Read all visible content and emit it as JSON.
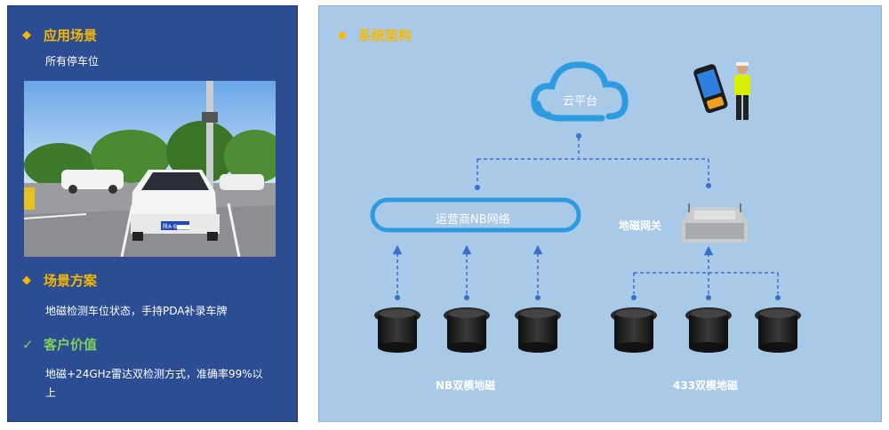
{
  "left": {
    "scene_title": "应用场景",
    "scene_text": "所有停车位",
    "plan_title": "场景方案",
    "plan_text": "地磁检测车位状态，手持PDA补录车牌",
    "value_title": "客户价值",
    "value_text_line1": "地磁+24GHz雷达双检测方式，准确率99%以",
    "value_text_line2": "上",
    "plate_text": "陕A·B▆▆▆"
  },
  "right": {
    "title": "系统架构",
    "cloud_label": "云平台",
    "network_label": "运营商NB网络",
    "gateway_label": "地磁网关",
    "nb_sensor_label": "NB双模地磁",
    "sensor_433_label": "433双模地磁"
  },
  "colors": {
    "left_bg": "#2c4c93",
    "right_bg": "#a9c9e8",
    "accent_yellow": "#f5b800",
    "accent_green": "#7fd05a",
    "line_blue": "#3a6fd0",
    "cloud_blue": "#2e9be0"
  },
  "icons": {
    "scene": "diamond-icon",
    "plan": "diamond-icon",
    "value": "check-icon",
    "cloud": "cloud-icon",
    "pda": "pda-device-icon",
    "officer": "traffic-officer-icon",
    "gateway": "gateway-device-icon",
    "sensor": "geomagnetic-sensor-icon"
  }
}
